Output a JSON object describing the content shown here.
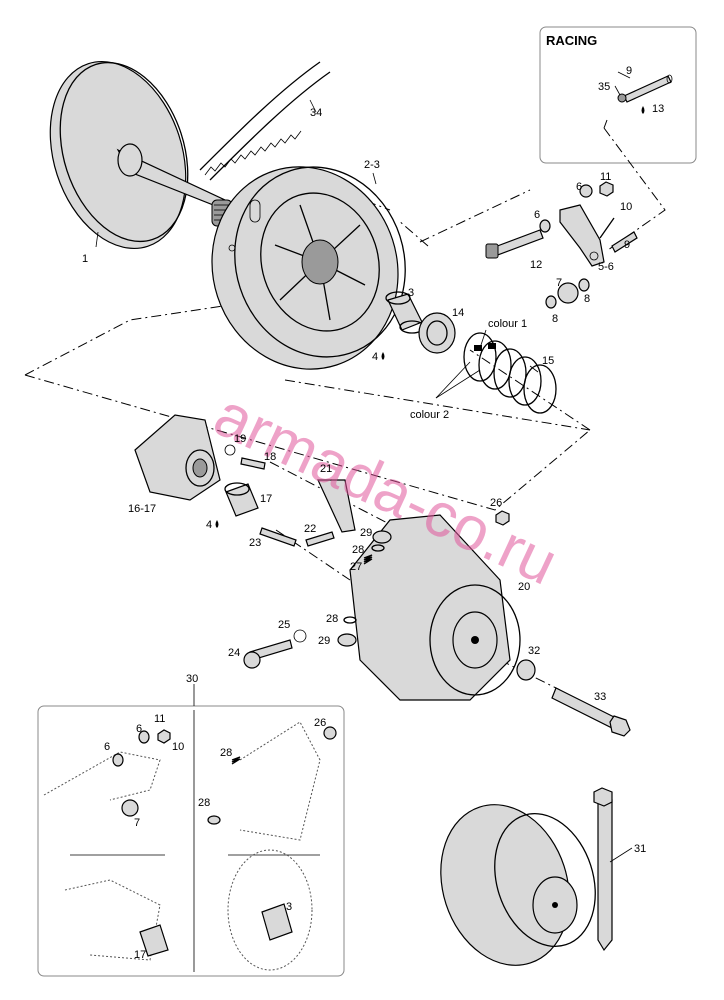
{
  "racing_box": {
    "title": "RACING"
  },
  "watermark": "armada-co.ru",
  "callouts": {
    "c1": "1",
    "c2_3": "2-3",
    "c3": "3",
    "c4a": "4",
    "c4b": "4",
    "c5_6": "5-6",
    "c6a": "6",
    "c6b": "6",
    "c7": "7",
    "c8a": "8",
    "c8b": "8",
    "c9a": "9",
    "c9b": "9",
    "c10": "10",
    "c11": "11",
    "c12": "12",
    "c13": "13",
    "c14": "14",
    "c15": "15",
    "c16_17": "16-17",
    "c17": "17",
    "c18": "18",
    "c19": "19",
    "c20": "20",
    "c21": "21",
    "c22": "22",
    "c23": "23",
    "c24": "24",
    "c25": "25",
    "c26": "26",
    "c27": "27",
    "c28a": "28",
    "c28b": "28",
    "c29a": "29",
    "c29b": "29",
    "c30": "30",
    "c31": "31",
    "c32": "32",
    "c33": "33",
    "c34": "34",
    "c35": "35"
  },
  "spring_labels": {
    "colour1": "colour 1",
    "colour2": "colour 2"
  },
  "kit_box": {
    "c6a": "6",
    "c6b": "6",
    "c11": "11",
    "c10": "10",
    "c7": "7",
    "c26": "26",
    "c28a": "28",
    "c28b": "28",
    "c3": "3",
    "c17": "17"
  }
}
